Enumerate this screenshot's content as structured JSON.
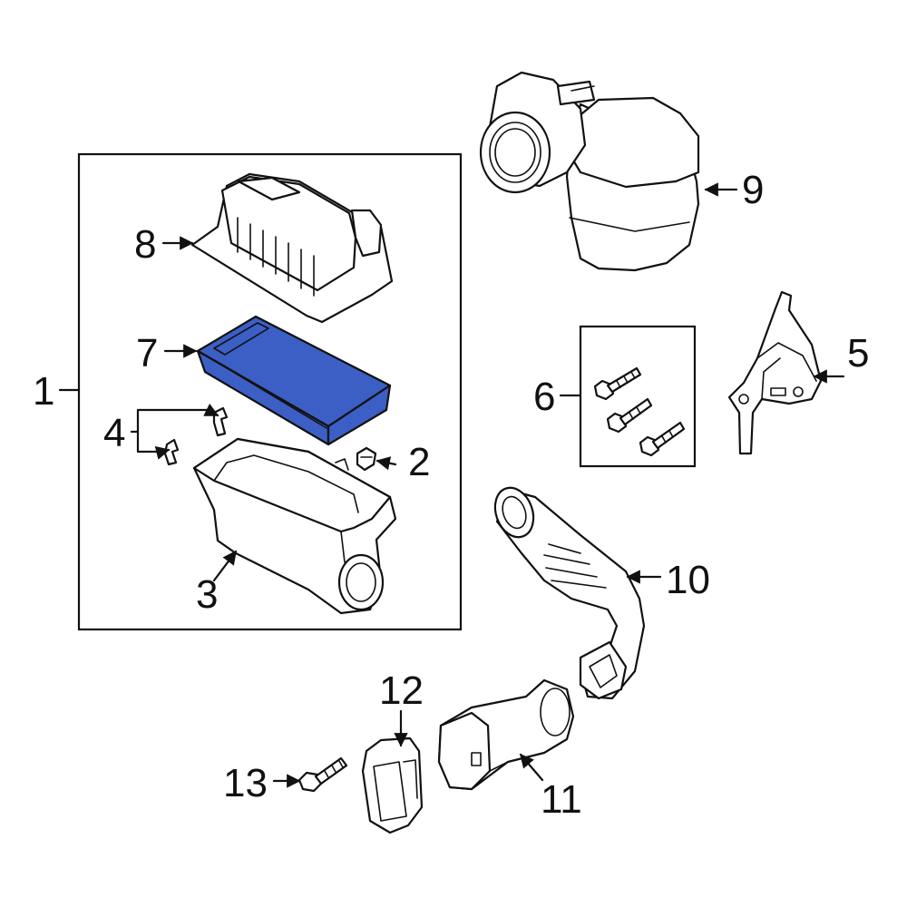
{
  "diagram": {
    "highlight_color": "#3b5fc4",
    "line_color": "#111111",
    "background": "#ffffff",
    "callouts": {
      "c1": "1",
      "c2": "2",
      "c3": "3",
      "c4": "4",
      "c5": "5",
      "c6": "6",
      "c7": "7",
      "c8": "8",
      "c9": "9",
      "c10": "10",
      "c11": "11",
      "c12": "12",
      "c13": "13"
    }
  }
}
